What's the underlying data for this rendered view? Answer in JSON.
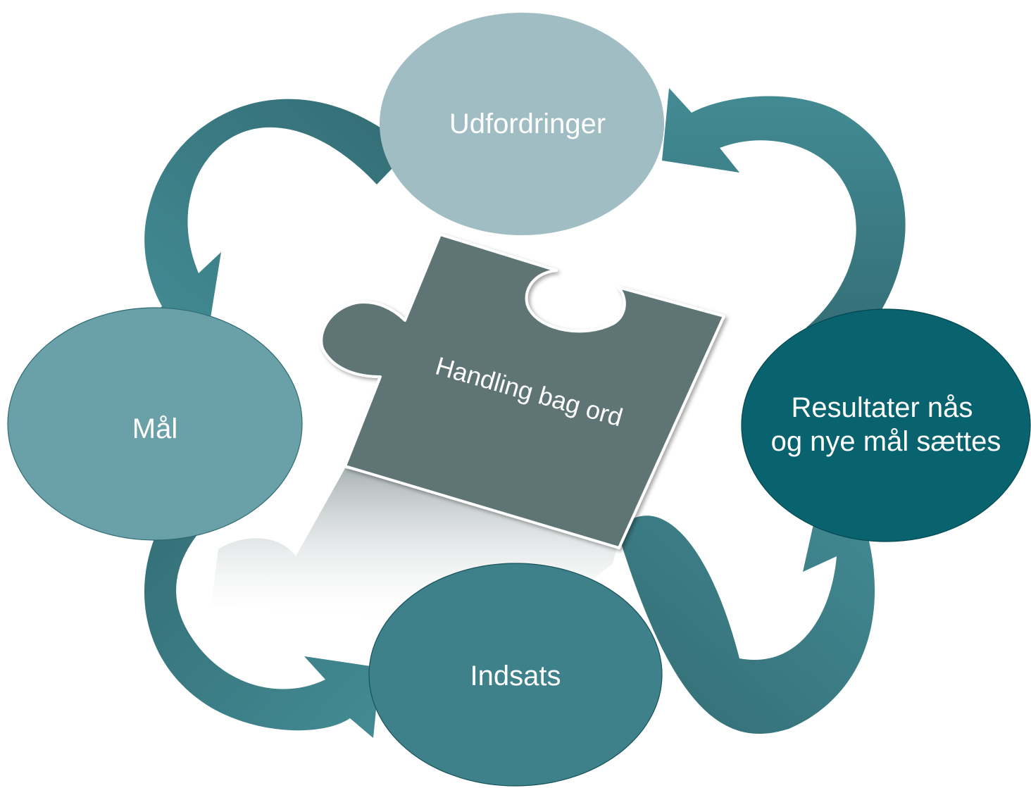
{
  "diagram": {
    "center_label": "Handling bag ord",
    "nodes": [
      {
        "id": "udfordringer",
        "lines": [
          "Udfordringer"
        ],
        "color": "#9fbdc2"
      },
      {
        "id": "maal",
        "lines": [
          "Mål"
        ],
        "color": "#6aa1a8"
      },
      {
        "id": "indsats",
        "lines": [
          "Indsats"
        ],
        "color": "#3e818a"
      },
      {
        "id": "resultater",
        "lines": [
          "Resultater nås",
          "og nye mål sættes"
        ],
        "color": "#08636f"
      }
    ],
    "colors": {
      "arrow_light": "#438b94",
      "arrow_dark": "#346f77",
      "puzzle": "#5f7474",
      "puzzle_border": "#ffffff"
    }
  }
}
